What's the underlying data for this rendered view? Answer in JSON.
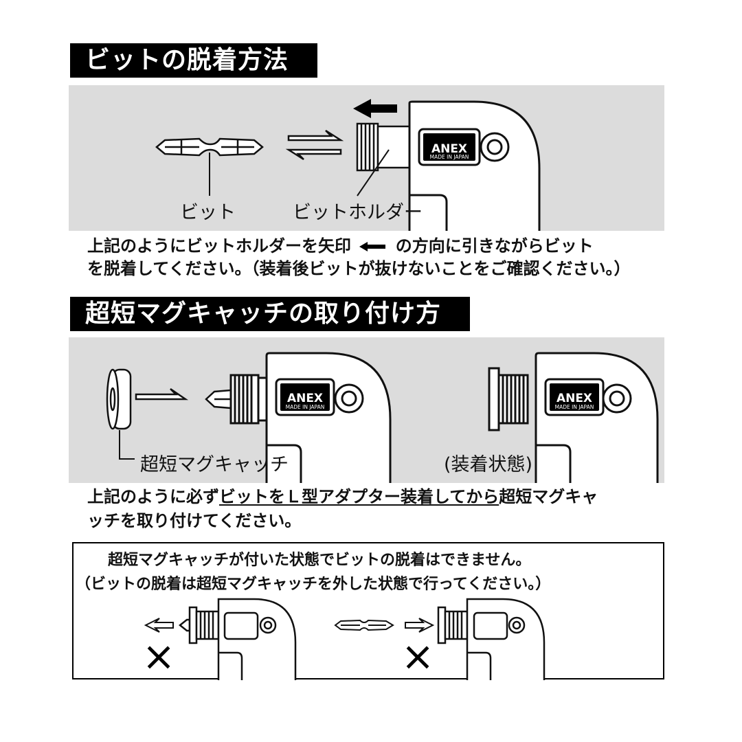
{
  "section1": {
    "title": "ビットの脱着方法",
    "labels": {
      "bit": "ビット",
      "bit_holder": "ビットホルダー"
    },
    "instruction": {
      "line1": "上記のようにビットホルダーを矢印",
      "line1_after": "の方向に引きながらビット",
      "line2": "を脱着してください。（装着後ビットが抜けないことをご確認ください。）"
    }
  },
  "section2": {
    "title": "超短マグキャッチの取り付け方",
    "labels": {
      "magcatch": "超短マグキャッチ",
      "attached_state": "(装着状態)"
    },
    "instruction": {
      "line1_pre": "上記のように必ず",
      "line1_underlined": "ビットをＬ型アダプター装着してから",
      "line1_post": "超短マグキャ",
      "line2": "ッチを取り付けてください。"
    }
  },
  "notice": {
    "line1": "超短マグキャッチが付いた状態でビットの脱着はできません。",
    "line2": "（ビットの脱着は超短マグキャッチを外した状態で行ってください。）",
    "mark": "×"
  },
  "brand": {
    "logo": "ANEX",
    "made_in": "MADE IN JAPAN"
  },
  "colors": {
    "panel_bg": "#dcdcdc",
    "title_bg": "#000000",
    "title_fg": "#ffffff"
  }
}
